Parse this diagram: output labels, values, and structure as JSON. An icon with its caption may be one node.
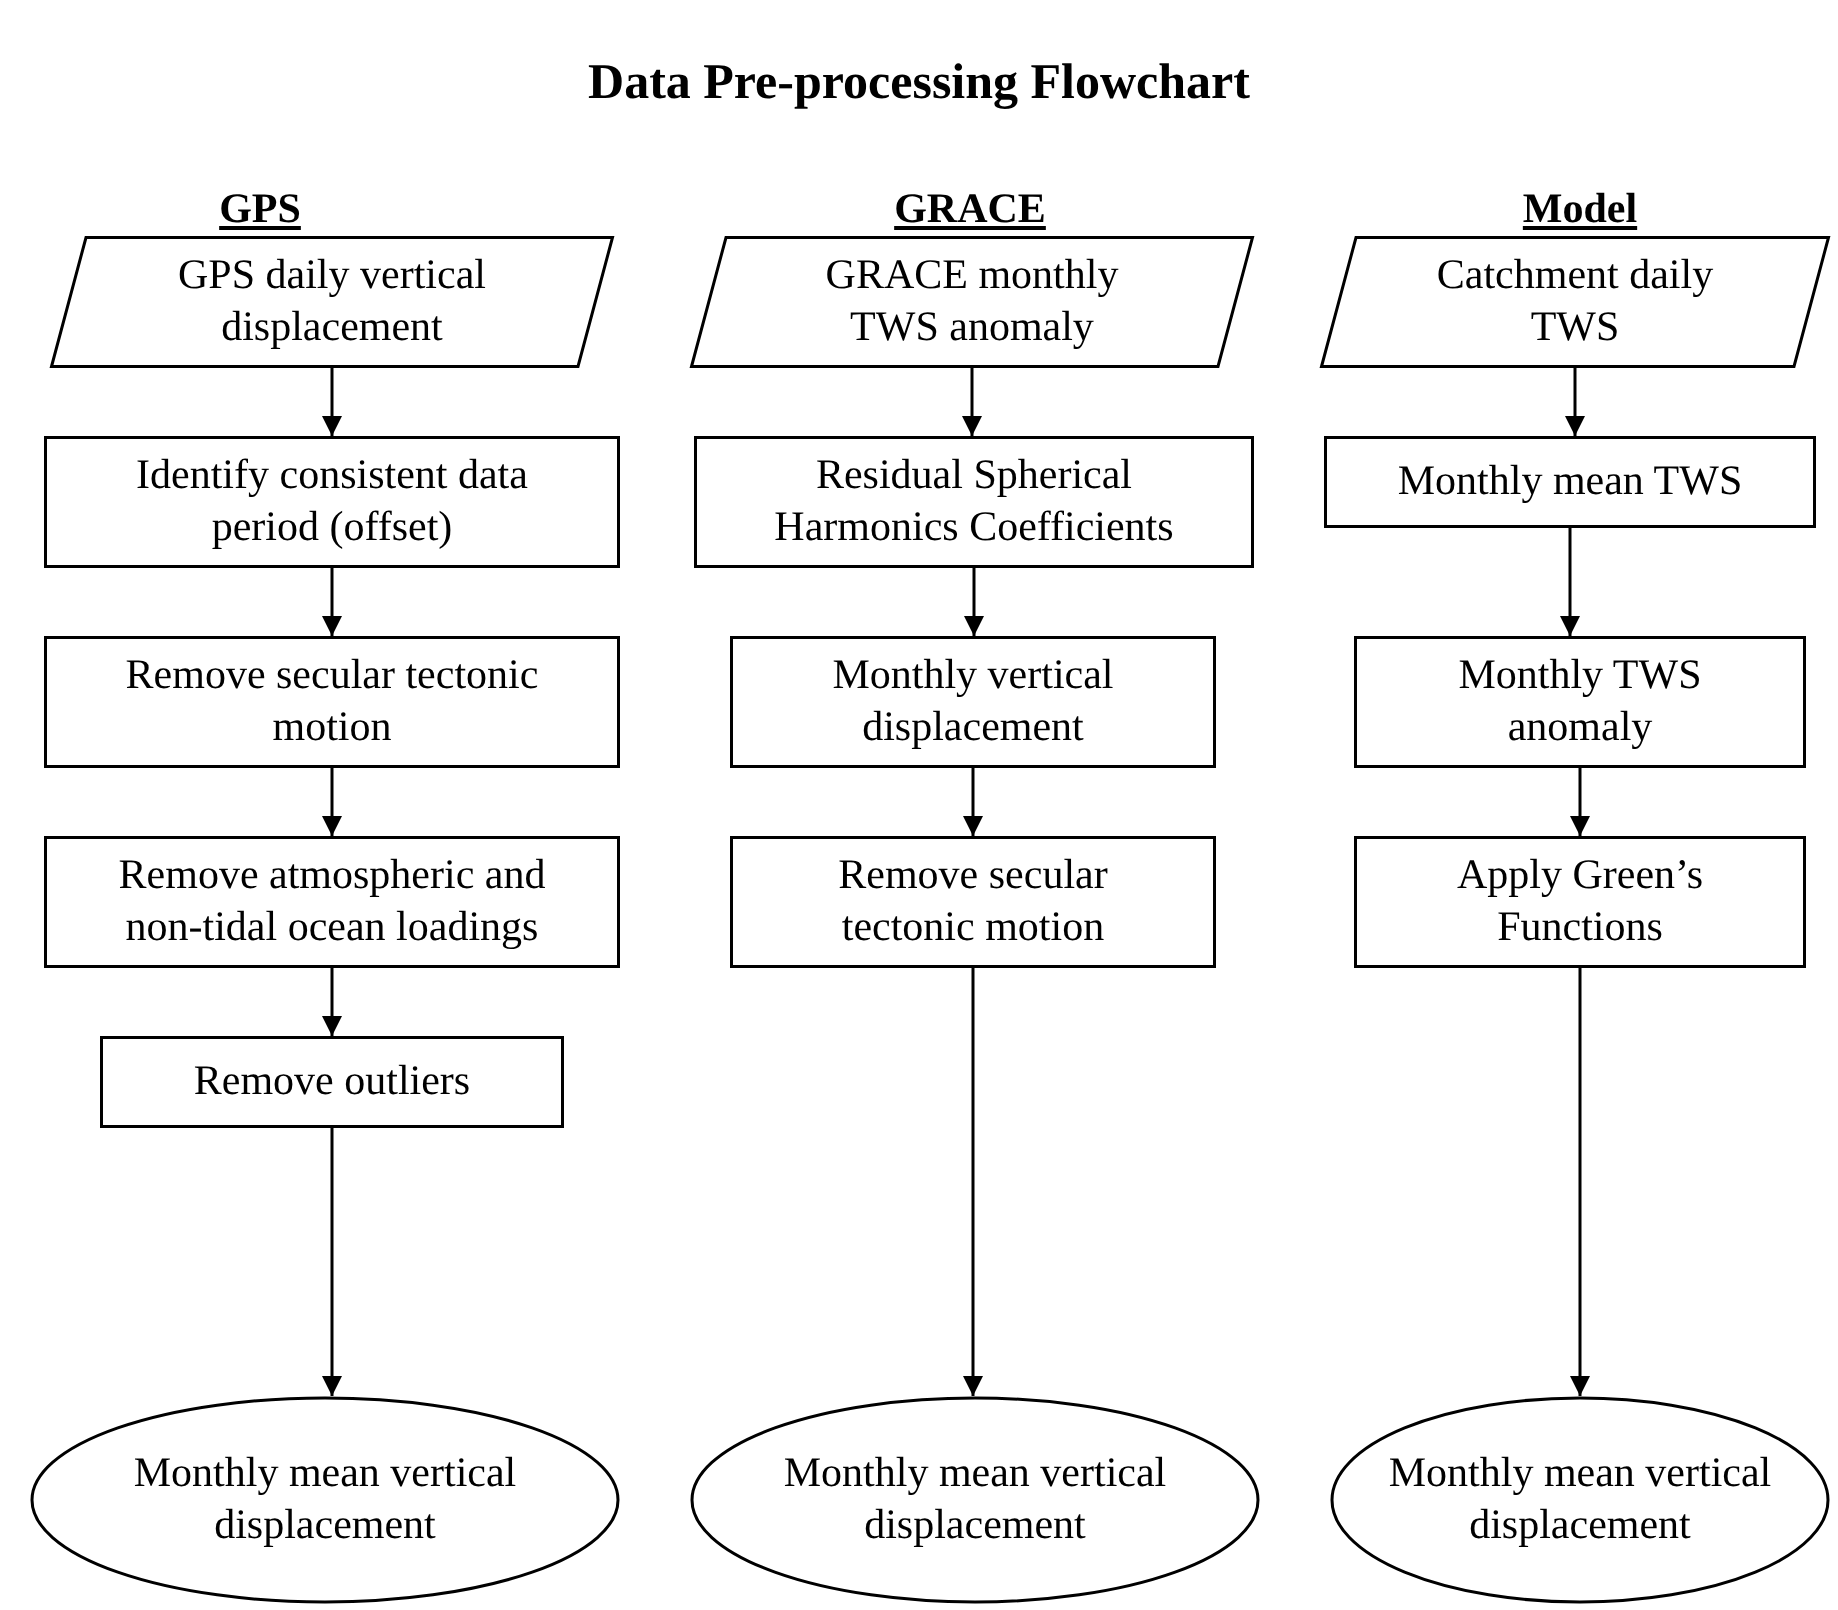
{
  "diagram": {
    "title": "Data Pre-processing Flowchart",
    "nodes": [
      {
        "text": [
          "GPS daily vertical displacement"
        ]
      },
      {
        "text": [
          "Identify consistent data period (offset)"
        ]
      },
      {
        "text": [
          "Remove secular tectonic motion"
        ]
      },
      {
        "text": [
          "Remove atmospheric and non-tidal ocean loadings"
        ]
      },
      {
        "text": [
          "Remove outliers"
        ]
      },
      {
        "text": [
          "Monthly mean vertical displacement"
        ]
      },
      {
        "text": [
          "GRACE monthly TWS anomaly"
        ]
      },
      {
        "text": [
          "Residual Spherical Harmonics Coefficients"
        ]
      },
      {
        "text": [
          "Monthly vertical displacement"
        ]
      },
      {
        "text": [
          "Remove secular tectonic motion"
        ]
      },
      {
        "text": [
          "Monthly mean vertical displacement"
        ]
      },
      {
        "text": [
          "Catchment daily TWS"
        ]
      },
      {
        "text": [
          "Monthly mean TWS"
        ]
      },
      {
        "text": [
          "Monthly TWS anomaly"
        ]
      },
      {
        "text": [
          "Apply Green’s Functions"
        ]
      },
      {
        "text": [
          "Monthly mean vertical displacement"
        ]
      }
    ],
    "edges": [
      {
        "from": 0,
        "to": 1,
        "arrow": "to"
      },
      {
        "from": 1,
        "to": 2,
        "arrow": "to"
      },
      {
        "from": 2,
        "to": 3,
        "arrow": "to"
      },
      {
        "from": 3,
        "to": 4,
        "arrow": "to"
      },
      {
        "from": 4,
        "to": 5,
        "arrow": "to"
      },
      {
        "from": 6,
        "to": 7,
        "arrow": "to"
      },
      {
        "from": 7,
        "to": 8,
        "arrow": "to"
      },
      {
        "from": 8,
        "to": 9,
        "arrow": "to"
      },
      {
        "from": 9,
        "to": 10,
        "arrow": "to"
      },
      {
        "from": 11,
        "to": 12,
        "arrow": "to"
      },
      {
        "from": 12,
        "to": 13,
        "arrow": "to"
      },
      {
        "from": 13,
        "to": 14,
        "arrow": "to"
      },
      {
        "from": 14,
        "to": 15,
        "arrow": "to"
      }
    ],
    "labels": [
      "GPS",
      "GRACE",
      "Model"
    ]
  }
}
